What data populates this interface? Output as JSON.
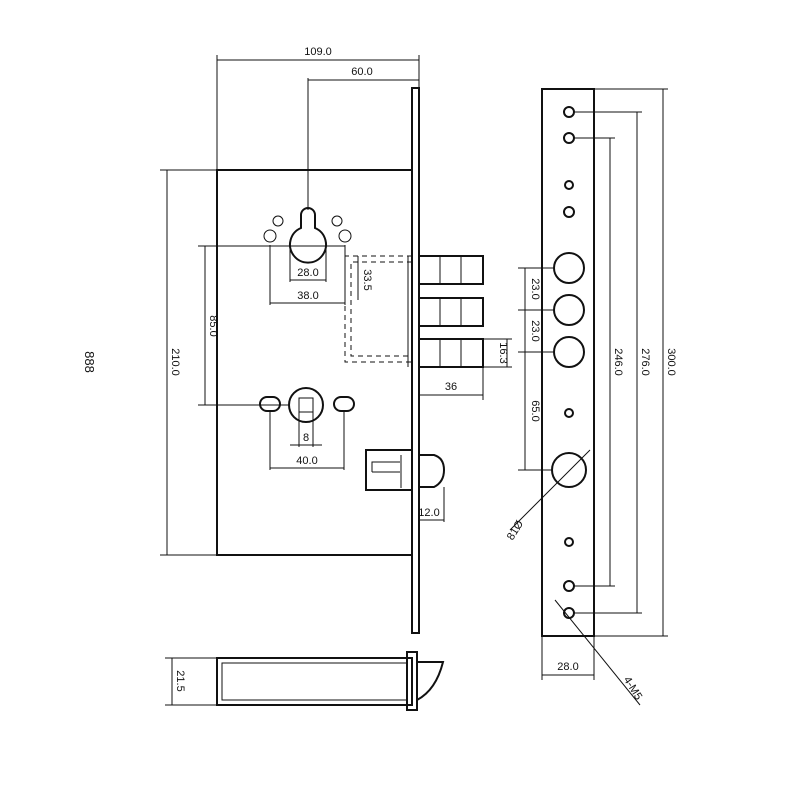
{
  "labels": {
    "width_total": "109.0",
    "backset": "60.0",
    "hole_spacing_top": "28.0",
    "hole_spacing_outer": "38.0",
    "bolt_offset": "33.5",
    "centre_distance": "85.0",
    "case_height": "210.0",
    "spindle_square": "8",
    "cylinder_spacing": "40.0",
    "bolt_projection": "36",
    "bolt_thickness": "16.3",
    "latch_projection": "12.0",
    "overall_height": "888",
    "body_depth": "21.5",
    "bolt_pitch_1": "23.0",
    "bolt_pitch_2": "23.0",
    "hub_offset": "65.0",
    "hole_span_inner": "246.0",
    "hole_span_mid": "276.0",
    "faceplate_length": "300.0",
    "hub_diameter": "81Ø",
    "faceplate_width": "28.0",
    "screw_spec": "4-M5"
  }
}
